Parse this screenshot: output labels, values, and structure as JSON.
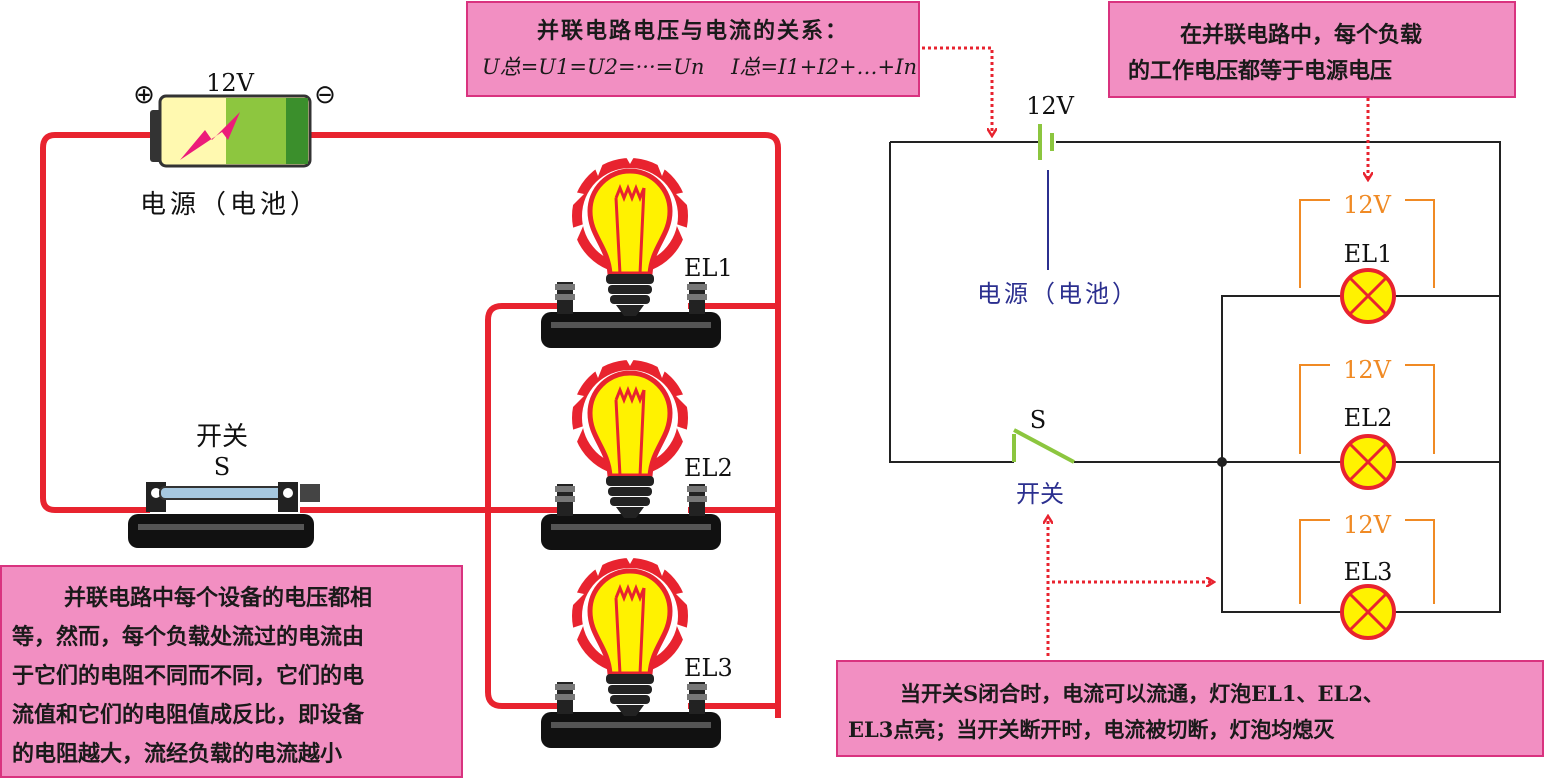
{
  "notes": {
    "relation_title": "并联电路电压与电流的关系：",
    "relation_formula_u": "U总=U1=U2=···=Un",
    "relation_formula_i": "I总=I1+I2+…+In",
    "voltage_line1": "在并联电路中，每个负载",
    "voltage_line2": "的工作电压都等于电源电压",
    "left_line1": "并联电路中每个设备的电压都相",
    "left_line2": "等，然而，每个负载处流过的电流由",
    "left_line3": "于它们的电阻不同而不同，它们的电",
    "left_line4": "流值和它们的电阻值成反比，即设备",
    "left_line5": "的电阻越大，流经负载的电流越小",
    "switch_line1": "当开关S闭合时，电流可以流通，灯泡EL1、EL2、",
    "switch_line2": "EL3点亮；当开关断开时，电流被切断，灯泡均熄灭"
  },
  "pictorial": {
    "battery_voltage": "12V",
    "battery_plus": "⊕",
    "battery_minus": "⊖",
    "battery_label": "电源（电池）",
    "switch_label": "开关",
    "switch_symbol": "S",
    "bulbs": [
      "EL1",
      "EL2",
      "EL3"
    ]
  },
  "schematic": {
    "source_voltage": "12V",
    "source_label": "电源（电池）",
    "switch_symbol": "S",
    "switch_label": "开关",
    "lamp_voltages": [
      "12V",
      "12V",
      "12V"
    ],
    "lamps": [
      "EL1",
      "EL2",
      "EL3"
    ]
  },
  "colors": {
    "note_fill": "#f28fc2",
    "note_border": "#d9337f",
    "wire_red": "#e8232f",
    "dotted_arrow": "#e8232f",
    "label_blue": "#2b2f8f",
    "voltage_orange": "#f08a24",
    "switch_green": "#8cc63f",
    "lamp_yellow": "#fff200",
    "lamp_ring": "#e8232f"
  }
}
